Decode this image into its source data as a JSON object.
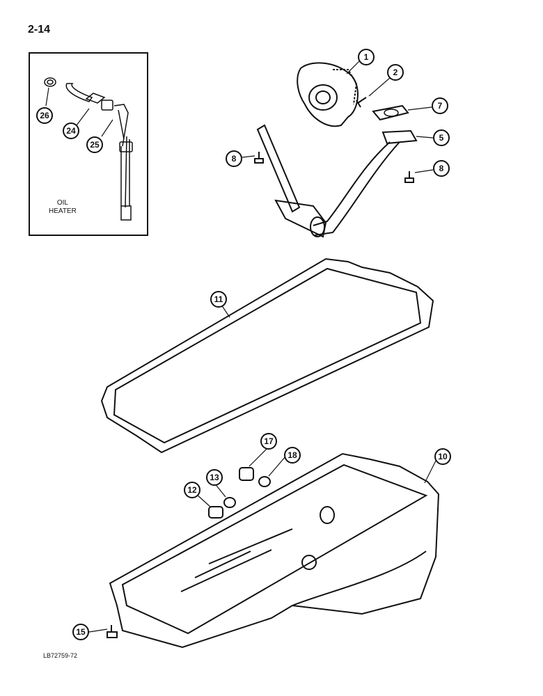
{
  "page_number": "2-14",
  "figure_code": "LB72759-72",
  "inset": {
    "label_line1": "OIL",
    "label_line2": "HEATER"
  },
  "callouts": [
    {
      "id": "c1",
      "label": "1"
    },
    {
      "id": "c2",
      "label": "2"
    },
    {
      "id": "c7",
      "label": "7"
    },
    {
      "id": "c5",
      "label": "5"
    },
    {
      "id": "c8a",
      "label": "8"
    },
    {
      "id": "c8b",
      "label": "8"
    },
    {
      "id": "c11",
      "label": "11"
    },
    {
      "id": "c17",
      "label": "17"
    },
    {
      "id": "c18",
      "label": "18"
    },
    {
      "id": "c10",
      "label": "10"
    },
    {
      "id": "c12",
      "label": "12"
    },
    {
      "id": "c13",
      "label": "13"
    },
    {
      "id": "c15",
      "label": "15"
    },
    {
      "id": "c26",
      "label": "26"
    },
    {
      "id": "c24",
      "label": "24"
    },
    {
      "id": "c25",
      "label": "25"
    }
  ]
}
